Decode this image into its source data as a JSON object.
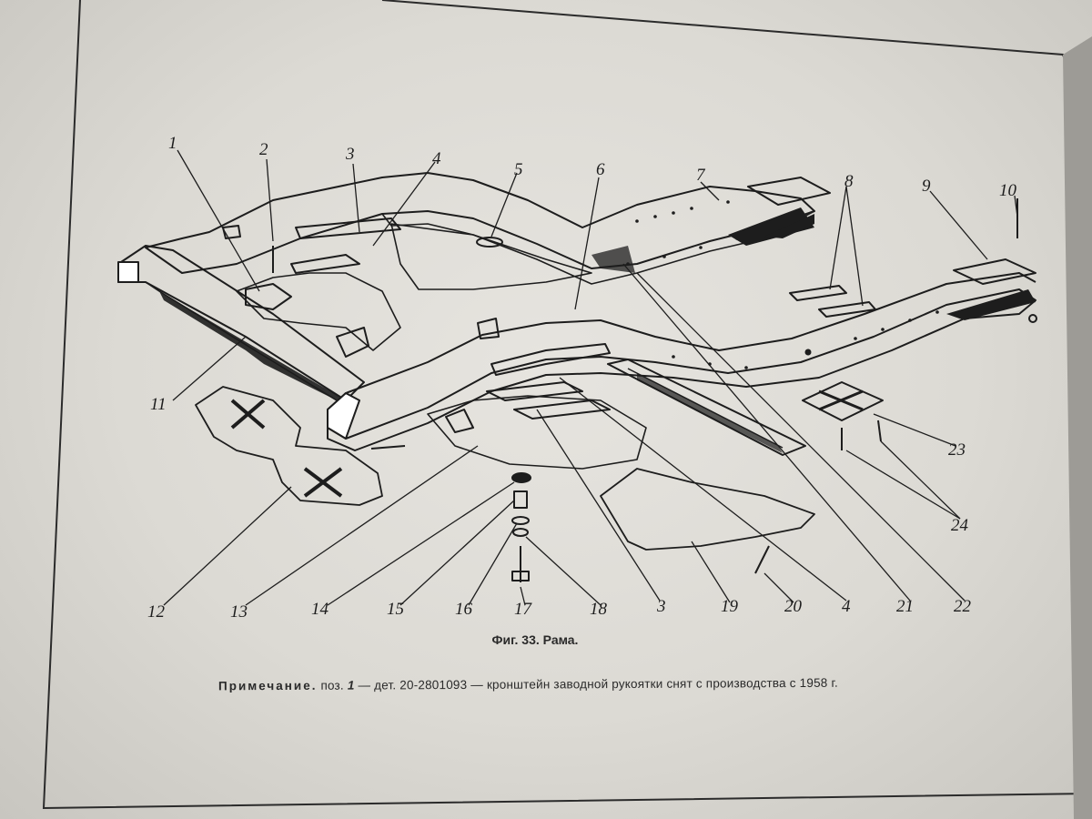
{
  "figure": {
    "callouts": [
      {
        "id": "c1",
        "text": "1"
      },
      {
        "id": "c2",
        "text": "2"
      },
      {
        "id": "c3a",
        "text": "3"
      },
      {
        "id": "c4a",
        "text": "4"
      },
      {
        "id": "c5",
        "text": "5"
      },
      {
        "id": "c6",
        "text": "6"
      },
      {
        "id": "c7",
        "text": "7"
      },
      {
        "id": "c8",
        "text": "8"
      },
      {
        "id": "c9",
        "text": "9"
      },
      {
        "id": "c10",
        "text": "10"
      },
      {
        "id": "c11",
        "text": "11"
      },
      {
        "id": "c12",
        "text": "12"
      },
      {
        "id": "c13",
        "text": "13"
      },
      {
        "id": "c14",
        "text": "14"
      },
      {
        "id": "c15",
        "text": "15"
      },
      {
        "id": "c16",
        "text": "16"
      },
      {
        "id": "c17",
        "text": "17"
      },
      {
        "id": "c18",
        "text": "18"
      },
      {
        "id": "c3b",
        "text": "3"
      },
      {
        "id": "c19",
        "text": "19"
      },
      {
        "id": "c20",
        "text": "20"
      },
      {
        "id": "c4b",
        "text": "4"
      },
      {
        "id": "c21",
        "text": "21"
      },
      {
        "id": "c22",
        "text": "22"
      },
      {
        "id": "c23",
        "text": "23"
      },
      {
        "id": "c24",
        "text": "24"
      }
    ],
    "caption": "Фиг. 33. Рама.",
    "note": {
      "prefix": "Примечание.",
      "pos": "поз.",
      "pos_num": "1",
      "rest": "— дет. 20-2801093 — кронштейн заводной рукоятки снят с производства с 1958 г."
    }
  },
  "colors": {
    "paper": "#e4e2dd",
    "ink": "#1d1d1d",
    "background": "#5b5a57"
  }
}
